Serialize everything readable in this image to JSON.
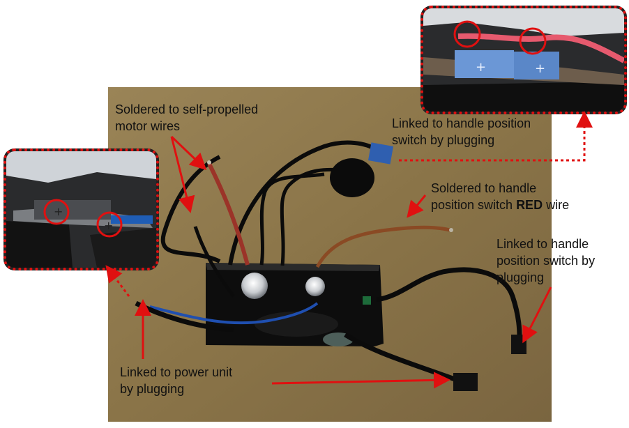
{
  "labels": {
    "motor_line1": "Soldered to self-propelled",
    "motor_line2": "motor wires",
    "plug_top_line1": "Linked to handle position",
    "plug_top_line2": "switch by plugging",
    "red_line1": "Soldered to handle",
    "red_line2_pre": "position switch ",
    "red_line2_bold": "RED",
    "red_line2_post": " wire",
    "plug_right_line1": "Linked to handle",
    "plug_right_line2": "position switch by",
    "plug_right_line3": "plugging",
    "power_line1": "Linked to power unit",
    "power_line2": "by plugging"
  },
  "inset_left": {
    "plus_1": "+",
    "plus_2": "+"
  },
  "inset_right": {
    "plus_1": "+",
    "plus_2": "+"
  },
  "colors": {
    "annotation": "#e01010",
    "board_background": "#8a7448",
    "controller_box": "#0d0d0d",
    "connector_blue": "#2f5fb0",
    "wire_red": "#e65a6e"
  }
}
